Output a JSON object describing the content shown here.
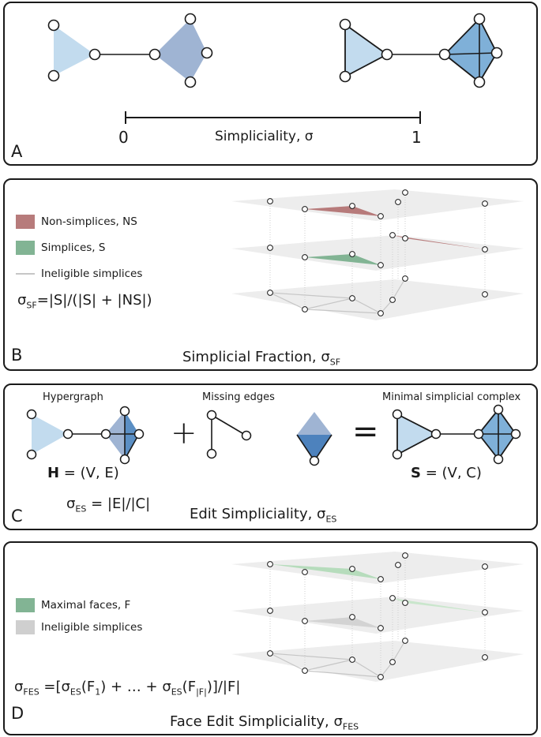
{
  "panelA": {
    "letter": "A",
    "scale_min": "0",
    "scale_max": "1",
    "scale_label": "Simpliciality, σ"
  },
  "panelB": {
    "letter": "B",
    "legend": {
      "non_simplices": "Non-simplices, NS",
      "simplices": "Simplices, S",
      "ineligible": "Ineligible simplices"
    },
    "formula": {
      "sigma": "σ",
      "sub": "SF",
      "rhs": "=|S|/(|S| + |NS|)"
    },
    "caption": {
      "main": "Simplicial Fraction, σ",
      "sub": "SF"
    }
  },
  "panelC": {
    "letter": "C",
    "label_hypergraph": "Hypergraph",
    "label_missing": "Missing edges",
    "label_minimal": "Minimal simplicial complex",
    "plus": "+",
    "equals": "=",
    "h_symbol": "H",
    "h_rhs": " = (V, E)",
    "s_symbol": "S",
    "s_rhs": " = (V, C)",
    "formula": {
      "sigma": "σ",
      "sub": "ES",
      "rhs": " = |E|/|C|"
    },
    "caption": {
      "main": "Edit Simpliciality, σ",
      "sub": "ES"
    }
  },
  "panelD": {
    "letter": "D",
    "legend": {
      "maximal": "Maximal faces, F",
      "ineligible": "Ineligible simplices"
    },
    "formula": {
      "sigma": "σ",
      "sub": "FES",
      "part1": " =[σ",
      "sub1": "ES",
      "part2": "(F",
      "sub2": "1",
      "part3": ") + … + σ",
      "sub3": "ES",
      "part4": "(F",
      "sub4": "|F|",
      "part5": ")]/|F|"
    },
    "caption": {
      "main": "Face Edit Simpliciality, σ",
      "sub": "FES"
    }
  },
  "colors": {
    "light_blue": "#c2dbee",
    "mid_blue": "#7fb0d8",
    "dark_blue": "#5b8fc4",
    "slate_blue": "#9fb4d3",
    "red_face": "#b77b7b",
    "green_face": "#82b494",
    "light_green": "#b6dcbc",
    "gray_plane": "#ececec",
    "stroke": "#1a1a1a"
  }
}
